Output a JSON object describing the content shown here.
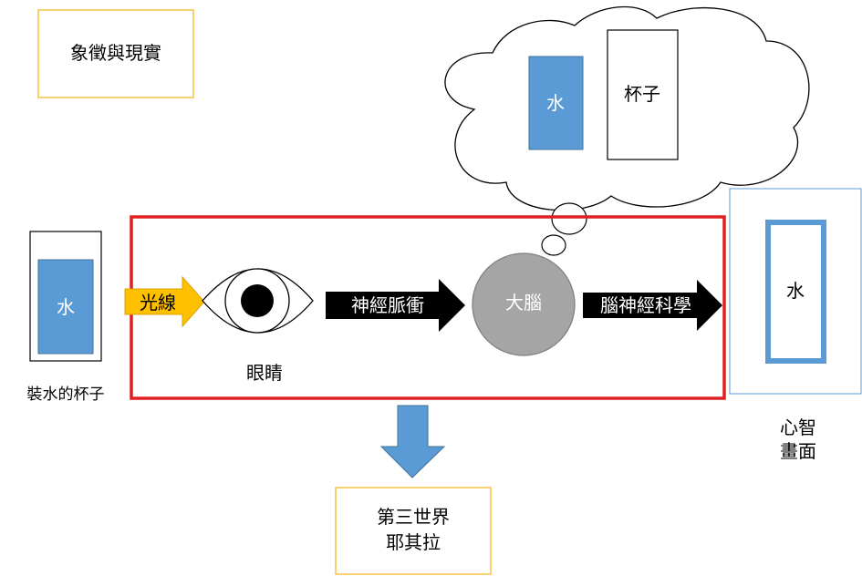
{
  "title_box": {
    "text": "象徵與現實"
  },
  "thought_cloud": {
    "water_label": "水",
    "cup_label": "杯子"
  },
  "cup": {
    "water_label": "水",
    "caption": "裝水的杯子"
  },
  "light_arrow": {
    "label": "光線"
  },
  "eye": {
    "caption": "眼睛"
  },
  "nerve_arrow": {
    "label": "神經脈衝"
  },
  "brain": {
    "label": "大腦"
  },
  "science_arrow": {
    "label": "腦神經科學"
  },
  "mental_image": {
    "water_label": "水",
    "caption_line1": "心智",
    "caption_line2": "畫面"
  },
  "third_world_box": {
    "line1": "第三世界",
    "line2": "耶其拉"
  },
  "colors": {
    "water_blue": "#5b9bd5",
    "frame_gold": "#f5c242",
    "highlight_red": "#e02020",
    "light_arrow_gold": "#ffc000",
    "brain_gray": "#a5a5a5",
    "mental_frame_blue": "#5b9bd5"
  }
}
